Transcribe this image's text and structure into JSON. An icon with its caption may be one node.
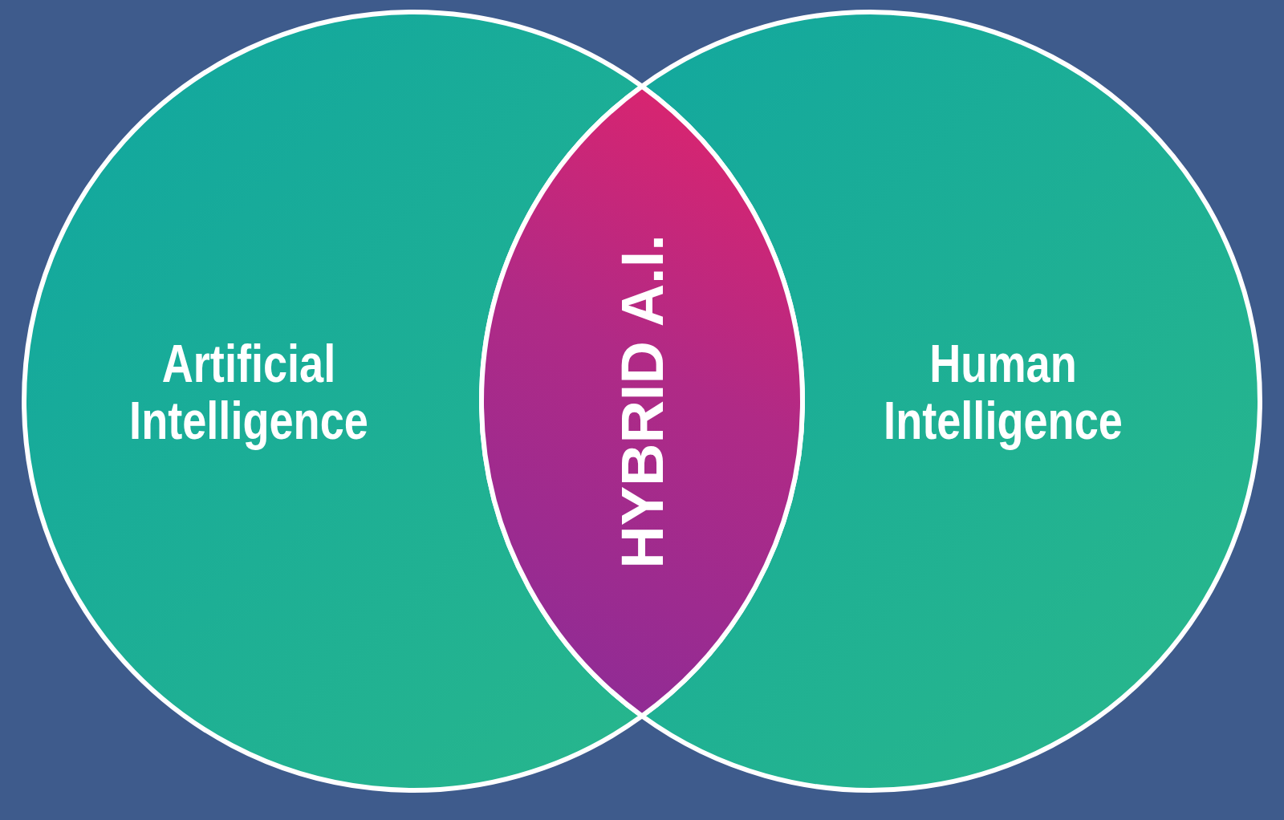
{
  "diagram": {
    "nodes": [
      {
        "text": [
          "Artificial Intelligence"
        ]
      },
      {
        "text": [
          "Human Intelligence"
        ]
      },
      {
        "text": [
          "HYBRID A.I."
        ]
      }
    ]
  }
}
